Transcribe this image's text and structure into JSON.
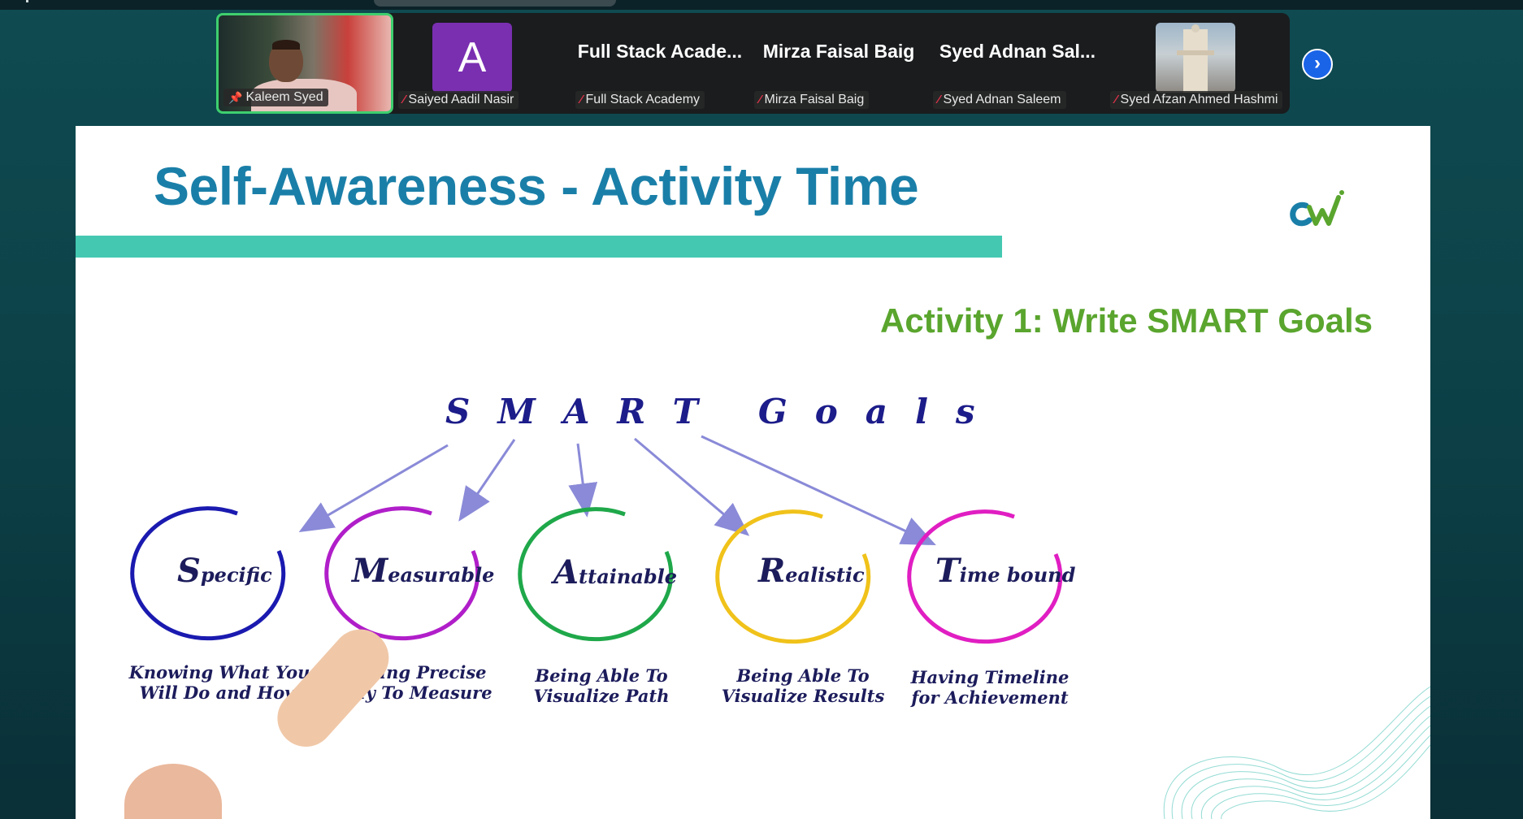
{
  "participants": [
    {
      "name": "Kaleem Syed",
      "type": "video",
      "pinned": true
    },
    {
      "name": "Saiyed Aadil Nasir",
      "type": "avatar",
      "initial": "A",
      "muted": true
    },
    {
      "name": "Full Stack Academy",
      "type": "name",
      "display": "Full Stack Acade...",
      "muted": true
    },
    {
      "name": "Mirza Faisal Baig",
      "type": "name",
      "display": "Mirza Faisal Baig",
      "muted": true
    },
    {
      "name": "Syed Adnan Saleem",
      "type": "name",
      "display": "Syed Adnan Sal...",
      "muted": true
    },
    {
      "name": "Syed Afzan Ahmed Hashmi",
      "type": "photo",
      "muted": true
    }
  ],
  "slide": {
    "title": "Self-Awareness - Activity Time",
    "activity": "Activity 1: Write SMART Goals",
    "diagram_title": "SMART Goals",
    "goals": [
      {
        "cap": "S",
        "rest": "pecific",
        "desc1": "Knowing What You",
        "desc2": "Will Do and How",
        "color": "#1a1ab0"
      },
      {
        "cap": "M",
        "rest": "easurable",
        "desc1": "Having Precise",
        "desc2": "Way To Measure",
        "color": "#b01ec9"
      },
      {
        "cap": "A",
        "rest": "ttainable",
        "desc1": "Being Able To",
        "desc2": "Visualize  Path",
        "color": "#1fa84a"
      },
      {
        "cap": "R",
        "rest": "ealistic",
        "desc1": "Being Able To",
        "desc2": "Visualize Results",
        "color": "#f0c21a"
      },
      {
        "cap": "T",
        "rest": "ime bound",
        "desc1": "Having Timeline",
        "desc2": "for Achievement",
        "color": "#e01ec2"
      }
    ]
  },
  "colors": {
    "accent_bar": "#44c8b2",
    "title": "#1a7fa8",
    "activity": "#5aa52e",
    "speaker_border": "#3ecf6e"
  }
}
